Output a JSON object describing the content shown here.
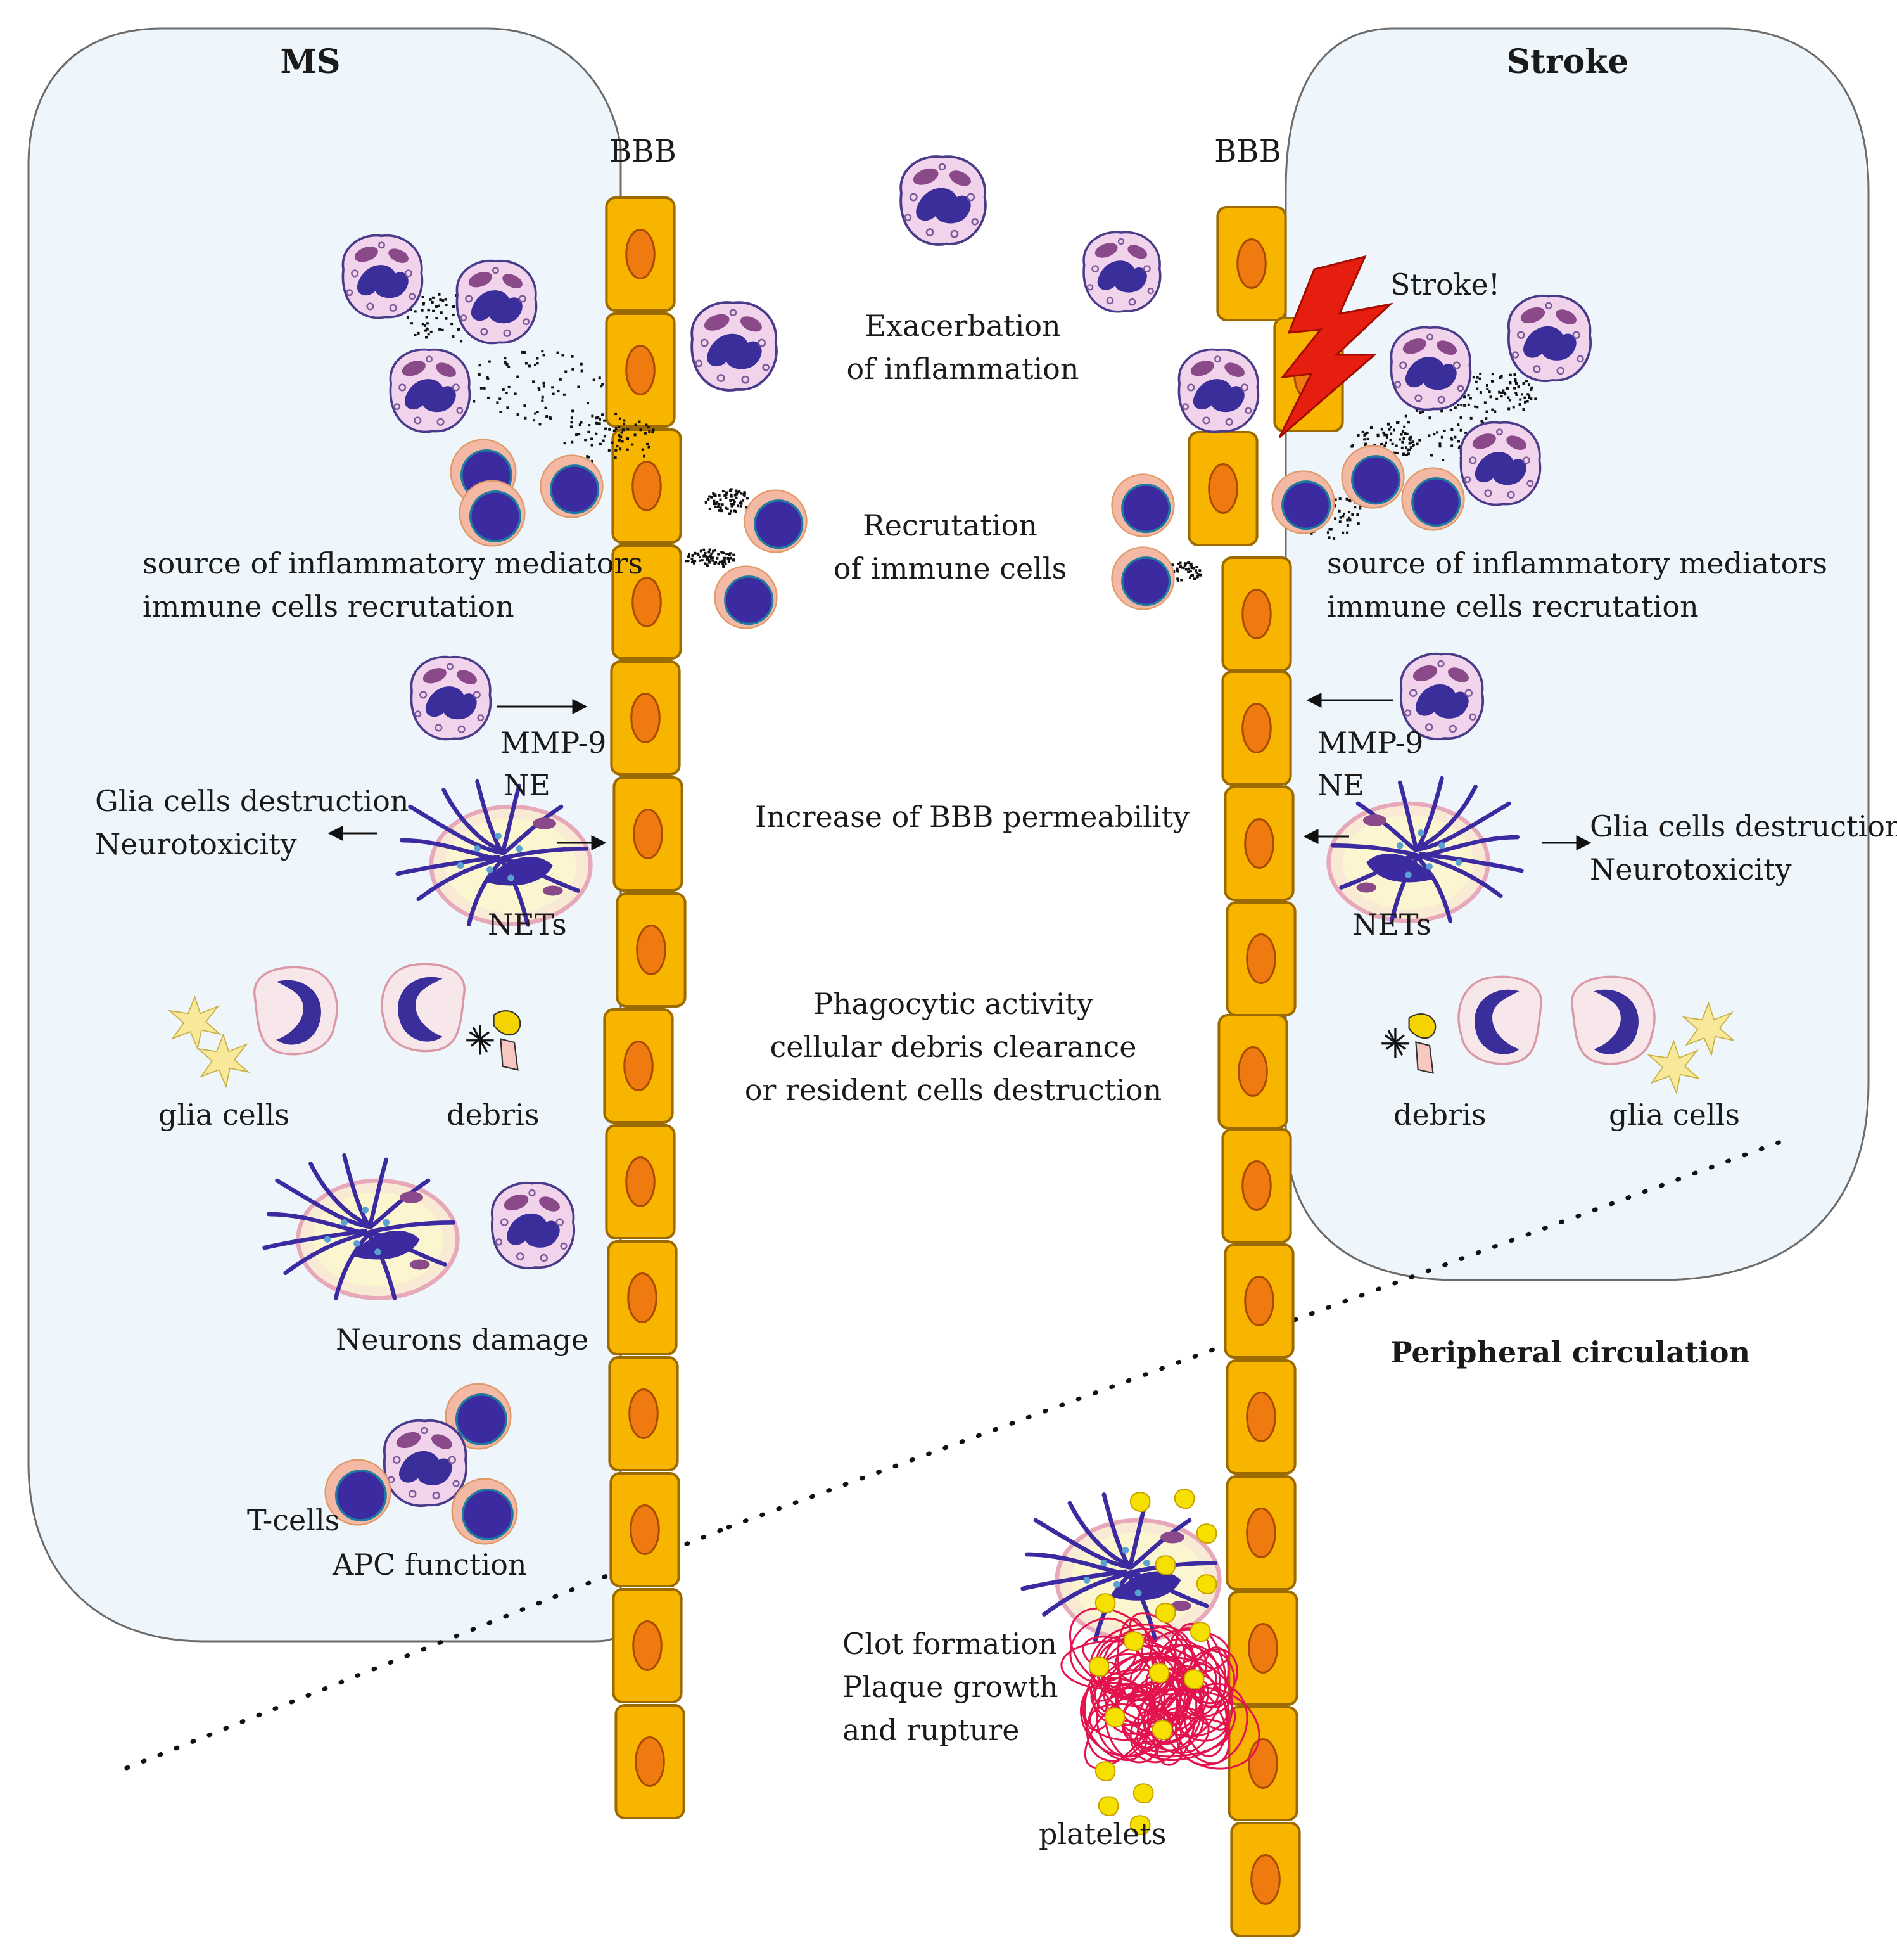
{
  "colors": {
    "region_fill": "#eef6fb",
    "region_stroke": "#6b6b6b",
    "endothelial_fill": "#f7b500",
    "endothelial_stroke": "#b97d00",
    "nucleus": "#ee7a10",
    "neutrophil_fill": "#f1d3ec",
    "neutrophil_nucleus": "#3a2f9a",
    "lymph_outer": "#f4b9a4",
    "lymph_core": "#3b2aa0",
    "nets": "#3b2aa0",
    "macrophage_fill": "#f7e6ea",
    "glia": "#f8e89a",
    "clot": "#e3134d",
    "platelet": "#f6e000",
    "stroke_bolt": "#e61e10"
  },
  "panels": {
    "ms_title": "MS",
    "stroke_title": "Stroke",
    "bbb_left": "BBB",
    "bbb_right": "BBB"
  },
  "center": {
    "exacerbation_line1": "Exacerbation",
    "exacerbation_line2": "of inflammation",
    "recruitment_line1": "Recrutation",
    "recruitment_line2": "of immune cells",
    "permeability": "Increase of BBB permeability",
    "phago_line1": "Phagocytic activity",
    "phago_line2": "cellular debris clearance",
    "phago_line3": "or resident cells destruction"
  },
  "ms": {
    "source_line1": "source of inflammatory mediators",
    "source_line2": "immune cells recrutation",
    "mmp9": "MMP-9",
    "ne": "NE",
    "glia_destr_line1": "Glia cells destruction",
    "glia_destr_line2": "Neurotoxicity",
    "nets": "NETs",
    "glia_cells": "glia cells",
    "debris": "debris",
    "neurons_damage": "Neurons damage",
    "tcells": "T-cells",
    "apc": "APC function"
  },
  "stroke": {
    "stroke_exclaim": "Stroke!",
    "source_line1": "source of inflammatory mediators",
    "source_line2": "immune cells recrutation",
    "mmp9": "MMP-9",
    "ne": "NE",
    "glia_destr_line1": "Glia cells destruction",
    "glia_destr_line2": "Neurotoxicity",
    "nets": "NETs",
    "debris": "debris",
    "glia_cells": "glia cells"
  },
  "periphery": {
    "title": "Peripheral circulation",
    "clot_line1": "Clot formation",
    "clot_line2": "Plaque growth",
    "clot_line3": "and rupture",
    "platelets": "platelets"
  }
}
